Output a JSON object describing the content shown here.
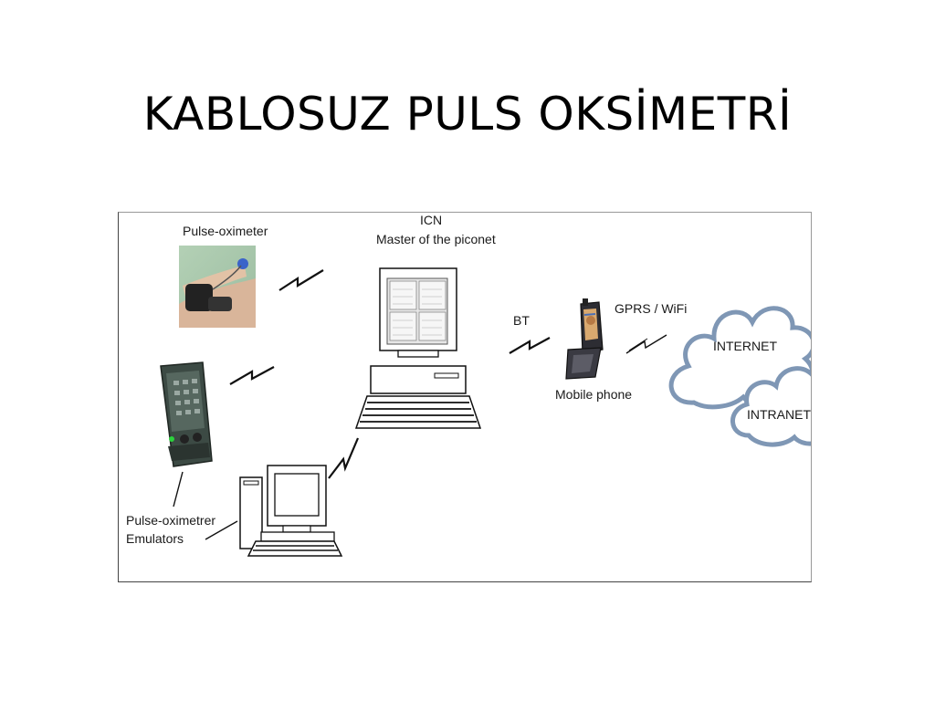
{
  "slide": {
    "title": "KABLOSUZ PULS OKSİMETRİ"
  },
  "diagram": {
    "labels": {
      "pulse_oximeter": "Pulse-oximeter",
      "icn": "ICN",
      "icn_sub": "Master of the piconet",
      "bt": "BT",
      "gprs_wifi": "GPRS / WiFi",
      "mobile_phone": "Mobile phone",
      "internet": "INTERNET",
      "intranet": "INTRANET",
      "emulators_line1": "Pulse-oximetrer",
      "emulators_line2": "Emulators"
    },
    "colors": {
      "cloud_stroke": "#7f97b5",
      "line": "#111111"
    }
  }
}
